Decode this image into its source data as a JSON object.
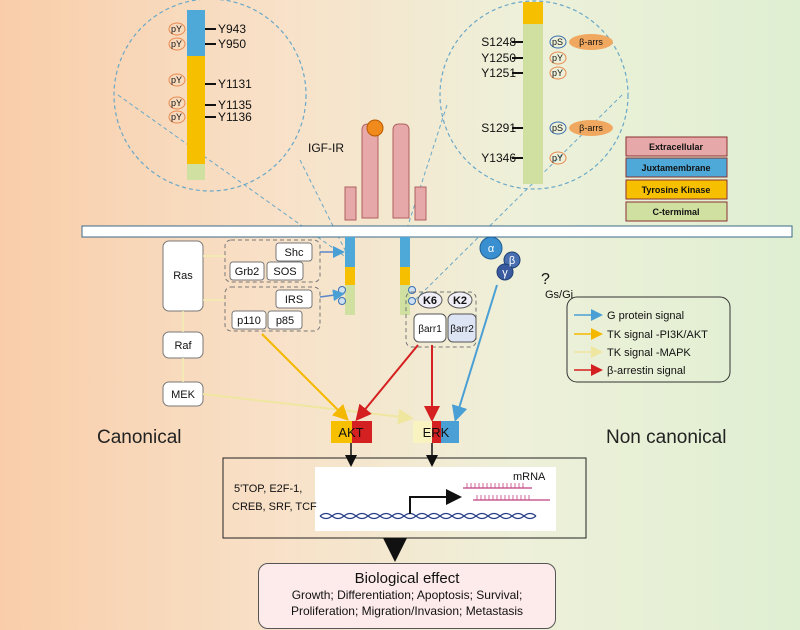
{
  "receptor": {
    "name": "IGF-IR"
  },
  "left_zoom": {
    "sites": [
      "Y943",
      "Y950",
      "Y1131",
      "Y1135",
      "Y1136"
    ],
    "marker": "pY"
  },
  "right_zoom": {
    "sites": [
      "S1248",
      "Y1250",
      "Y1251",
      "S1291",
      "Y1346"
    ],
    "markers": [
      "pS",
      "pY",
      "pY",
      "pS",
      "pY"
    ],
    "arrestin_label": "β-arrs"
  },
  "domain_legend": {
    "items": [
      {
        "label": "Extracellular",
        "color": "#e6a8a8"
      },
      {
        "label": "Juxtamembrane",
        "color": "#4ea8d8"
      },
      {
        "label": "Tyrosine Kinase",
        "color": "#f6c000"
      },
      {
        "label": "C-termimal",
        "color": "#cfe0a0"
      }
    ]
  },
  "adaptors": {
    "ras": "Ras",
    "shc": "Shc",
    "grb2": "Grb2",
    "sos": "SOS",
    "irs": "IRS",
    "p110": "p110",
    "p85": "p85",
    "raf": "Raf",
    "mek": "MEK"
  },
  "gprotein": {
    "alpha": "α",
    "beta": "β",
    "gamma": "γ",
    "question": "?",
    "label": "Gs/Gi"
  },
  "kinases": {
    "k6": "K6",
    "k2": "K2",
    "barr1": "βarr1",
    "barr2": "βarr2"
  },
  "signal_legend": {
    "items": [
      {
        "label": "G protein signal",
        "color": "#4a9fd5"
      },
      {
        "label": "TK signal -PI3K/AKT",
        "color": "#f5b800"
      },
      {
        "label": "TK signal -MAPK",
        "color": "#f3ecb0"
      },
      {
        "label": "β-arrestin signal",
        "color": "#d42020"
      }
    ]
  },
  "effectors": {
    "akt": "AKT",
    "erk": "ERK"
  },
  "sides": {
    "canonical": "Canonical",
    "non_canonical": "Non canonical"
  },
  "transcription": {
    "line1": "5'TOP, E2F-1,",
    "line2": "CREB, SRF, TCF",
    "mrna": "mRNA"
  },
  "biological_effect": {
    "title": "Biological effect",
    "line1": "Growth; Differentiation; Apoptosis; Survival;",
    "line2": "Proliferation; Migration/Invasion; Metastasis"
  }
}
